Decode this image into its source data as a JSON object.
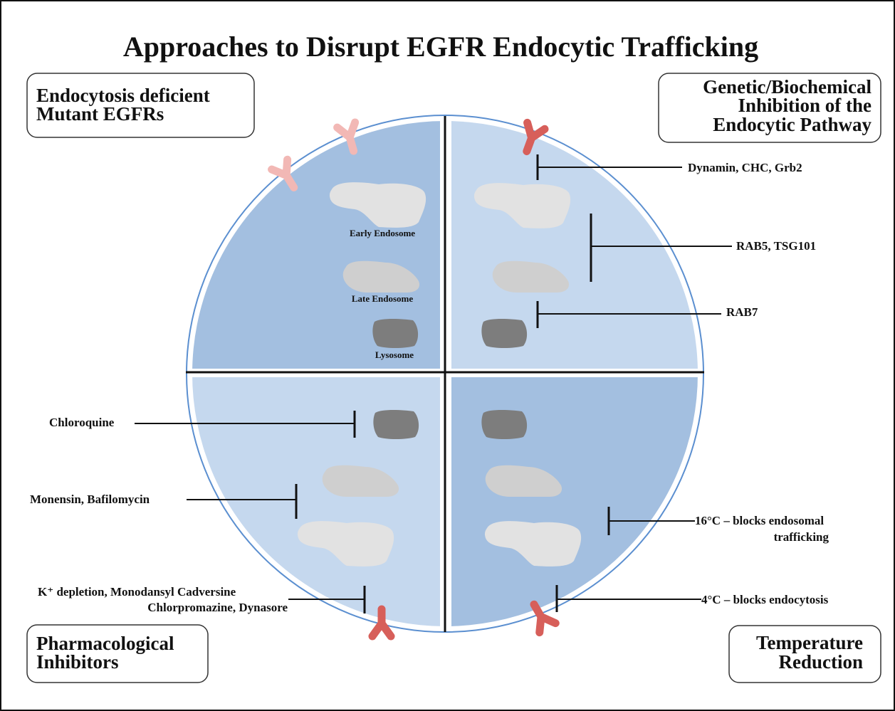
{
  "title": "Approaches to Disrupt EGFR Endocytic Trafficking",
  "quadrants": {
    "top_left": {
      "box_lines": [
        "Endocytosis deficient",
        "Mutant EGFRs"
      ],
      "organelles": {
        "early_endosome": "Early Endosome",
        "late_endosome": "Late Endosome",
        "lysosome": "Lysosome"
      }
    },
    "top_right": {
      "box_lines": [
        "Genetic/Biochemical",
        "Inhibition of the",
        "Endocytic Pathway"
      ],
      "inhibitors": [
        "Dynamin, CHC, Grb2",
        "RAB5, TSG101",
        "RAB7"
      ]
    },
    "bottom_left": {
      "box_lines": [
        "Pharmacological",
        "Inhibitors"
      ],
      "inhibitors": {
        "chloroquine": "Chloroquine",
        "monensin": "Monensin, Bafilomycin",
        "k_depletion_line1": "K⁺ depletion, Monodansyl Cadversine",
        "k_depletion_line2": "Chlorpromazine, Dynasore"
      }
    },
    "bottom_right": {
      "box_lines": [
        "Temperature",
        "Reduction"
      ],
      "conditions": {
        "c16_line1": "16°C – blocks endosomal",
        "c16_line2": "trafficking",
        "c4": "4°C – blocks endocytosis"
      }
    }
  },
  "colors": {
    "dark_quadrant": "#a3bfe0",
    "light_quadrant": "#c5d8ee",
    "circle_outline": "#5b8fd0",
    "receptor_active": "#d75f5a",
    "receptor_mutant": "#f2b8b5",
    "endosome_light": "#e2e2e2",
    "endosome_mid": "#cfcfcf",
    "lysosome": "#7d7d7d"
  }
}
